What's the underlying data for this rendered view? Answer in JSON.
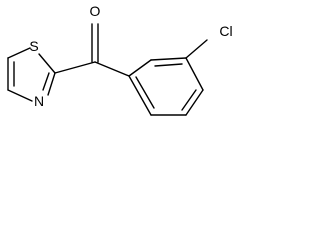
{
  "molecule": {
    "atoms": {
      "oxygen": "O",
      "sulfur": "S",
      "nitrogen": "N",
      "chlorine": "Cl"
    },
    "colors": {
      "bond": "#000000",
      "label": "#000000",
      "background": "#ffffff"
    }
  }
}
